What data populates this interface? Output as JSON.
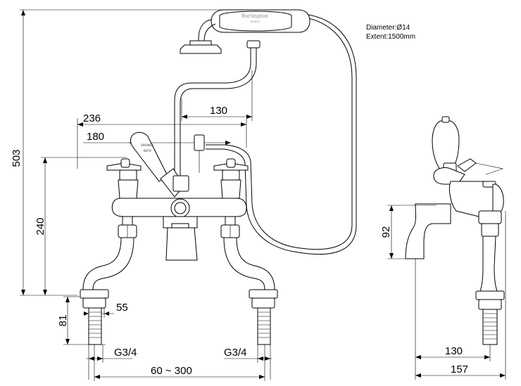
{
  "dimensions": {
    "overall_height": "503",
    "spout_height": "240",
    "centre_236": "236",
    "centre_180": "180",
    "handset_130": "130",
    "nut_55": "55",
    "tail_81": "81",
    "thread_left": "G3/4",
    "thread_right": "G3/4",
    "centres_range": "60 ~ 300",
    "side_height_92": "92",
    "side_projection_130": "130",
    "side_depth_157": "157"
  },
  "hose_note": {
    "diameter": "Diameter:Ø14",
    "extent": "Extent:1500mm"
  },
  "handset_brand": {
    "name": "Burlington",
    "city": "London"
  },
  "lever_label": {
    "line1": "SHOWER",
    "line2": "BATH"
  }
}
